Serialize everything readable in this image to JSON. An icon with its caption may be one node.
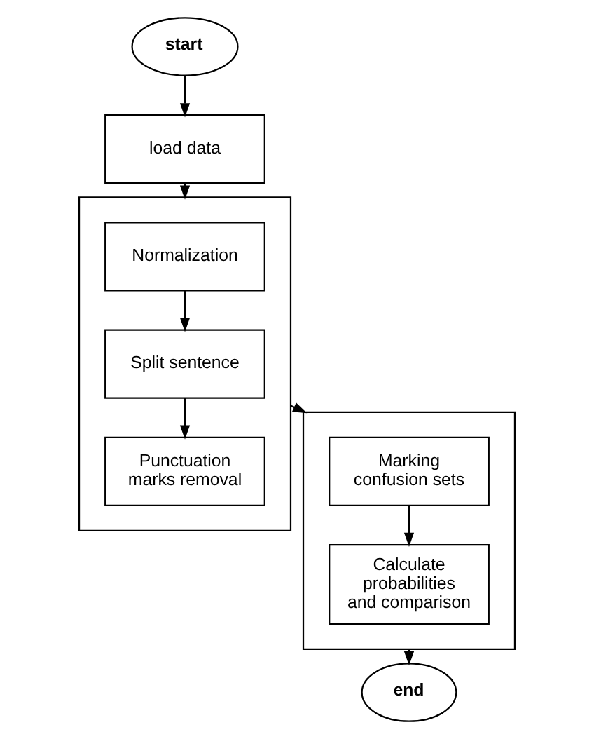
{
  "diagram": {
    "nodes": [
      {
        "text": [
          "start"
        ]
      },
      {
        "text": [
          "load data"
        ]
      },
      {
        "text": [],
        "shape": "box"
      },
      {
        "text": [
          "Normalization"
        ],
        "in": 2
      },
      {
        "text": [
          "Split sentence"
        ],
        "in": 2
      },
      {
        "text": [
          "Punctuation marks removal"
        ],
        "in": 2
      },
      {
        "text": [],
        "shape": "box"
      },
      {
        "text": [
          "Marking confusion sets"
        ],
        "in": 6
      },
      {
        "text": [
          "Calculate probabilities and comparison"
        ],
        "in": 6
      },
      {
        "text": [
          "end"
        ]
      }
    ],
    "edges": [
      {
        "from": 0,
        "to": 1,
        "arrow": "to"
      },
      {
        "from": 1,
        "to": 2,
        "arrow": "to"
      },
      {
        "from": 3,
        "to": 4,
        "arrow": "to"
      },
      {
        "from": 4,
        "to": 5,
        "arrow": "to"
      },
      {
        "from": 2,
        "to": 6,
        "arrow": "to"
      },
      {
        "from": 7,
        "to": 8,
        "arrow": "to"
      },
      {
        "from": 6,
        "to": 9,
        "arrow": "to"
      }
    ]
  }
}
